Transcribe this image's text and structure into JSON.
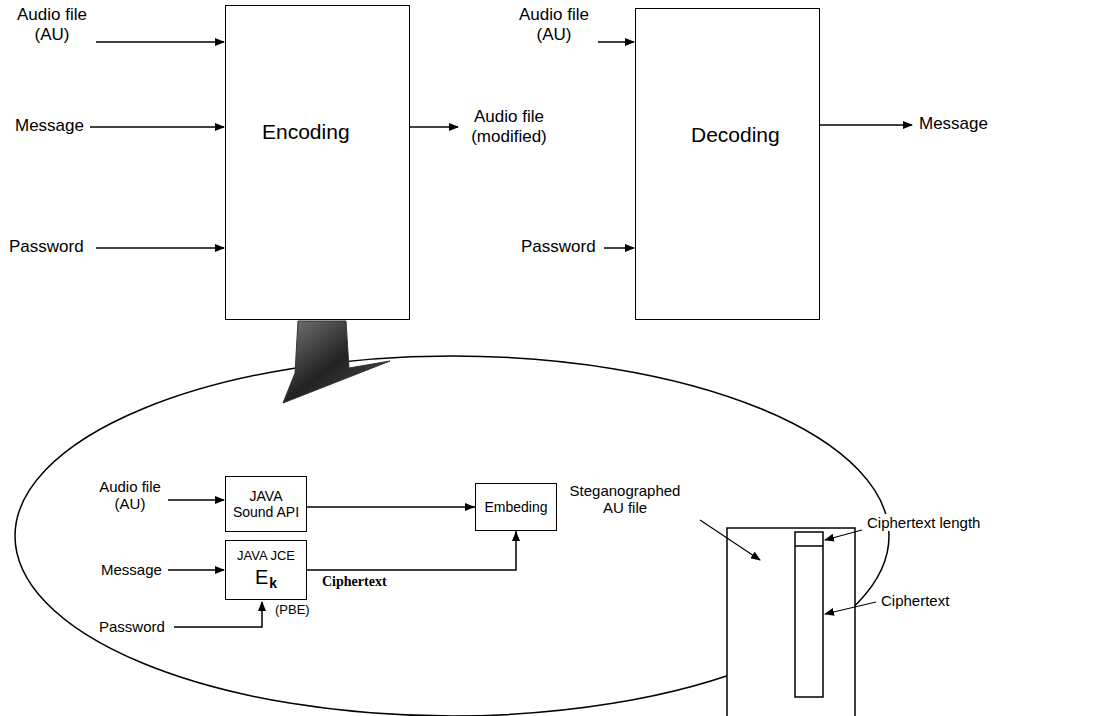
{
  "diagram": {
    "nodes": [
      {
        "text": [
          "Encoding"
        ]
      },
      {
        "text": [
          "Decoding"
        ]
      },
      {
        "text": [
          "JAVA Sound API"
        ]
      },
      {
        "text": [
          "JAVA JCE",
          "E",
          "k"
        ]
      },
      {
        "text": [
          "Embeding"
        ]
      }
    ],
    "edges": [
      {
        "from": 2,
        "to": 4,
        "arrow": "to"
      },
      {
        "from": 3,
        "to": 4,
        "arrow": "to",
        "label": "Ciphertext"
      }
    ],
    "labels": [
      "Audio file (AU)",
      "Message",
      "Password",
      "Audio file (modified)",
      "Audio file (AU)",
      "Password",
      "Message",
      "Audio file (AU)",
      "Message",
      "Password",
      "(PBE)",
      "Steganographed AU file",
      "Ciphertext length",
      "Ciphertext"
    ]
  }
}
